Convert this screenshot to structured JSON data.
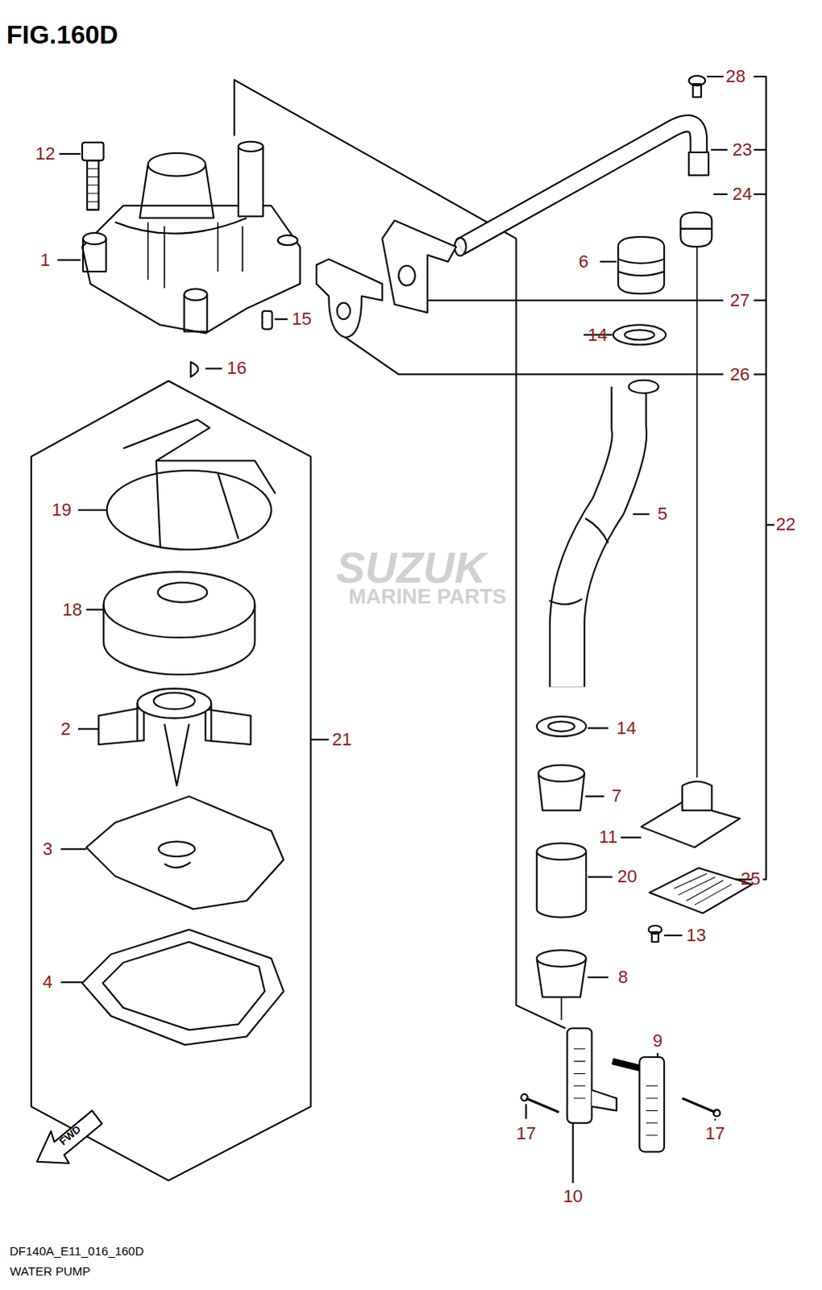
{
  "diagram": {
    "title": "FIG.160D",
    "caption": "WATER PUMP",
    "labels": [
      "28",
      "12",
      "23",
      "24",
      "1",
      "6",
      "27",
      "15",
      "14",
      "16",
      "26",
      "19",
      "5",
      "22",
      "SUZUK",
      "MARINE PARTS",
      "18",
      "2",
      "14",
      "21",
      "7",
      "3",
      "11",
      "20",
      "25",
      "13",
      "8",
      "4",
      "9",
      "17",
      "17",
      "10",
      "FWD",
      "DF140A_E11_016_160D"
    ]
  }
}
